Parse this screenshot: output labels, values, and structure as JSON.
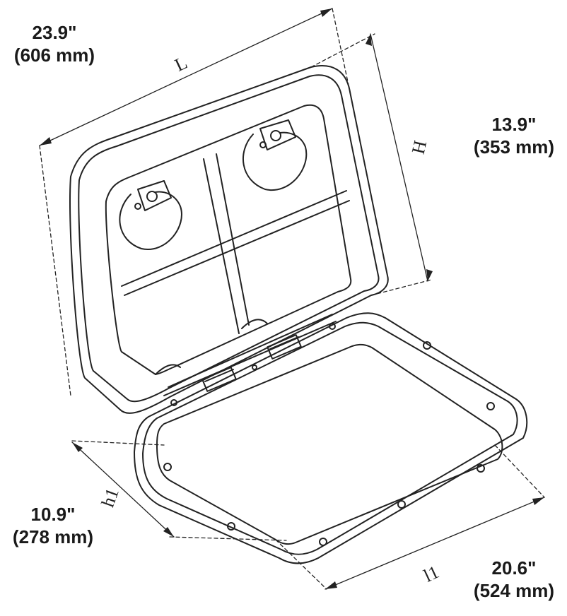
{
  "dimensions": {
    "length": {
      "symbol": "L",
      "inches": "23.9\"",
      "mm": "(606 mm)"
    },
    "height": {
      "symbol": "H",
      "inches": "13.9\"",
      "mm": "(353 mm)"
    },
    "inner_height": {
      "symbol": "h1",
      "inches": "10.9\"",
      "mm": "(278 mm)"
    },
    "inner_length": {
      "symbol": "l1",
      "inches": "20.6\"",
      "mm": "(524 mm)"
    }
  },
  "colors": {
    "line": "#222222",
    "background": "#ffffff"
  }
}
